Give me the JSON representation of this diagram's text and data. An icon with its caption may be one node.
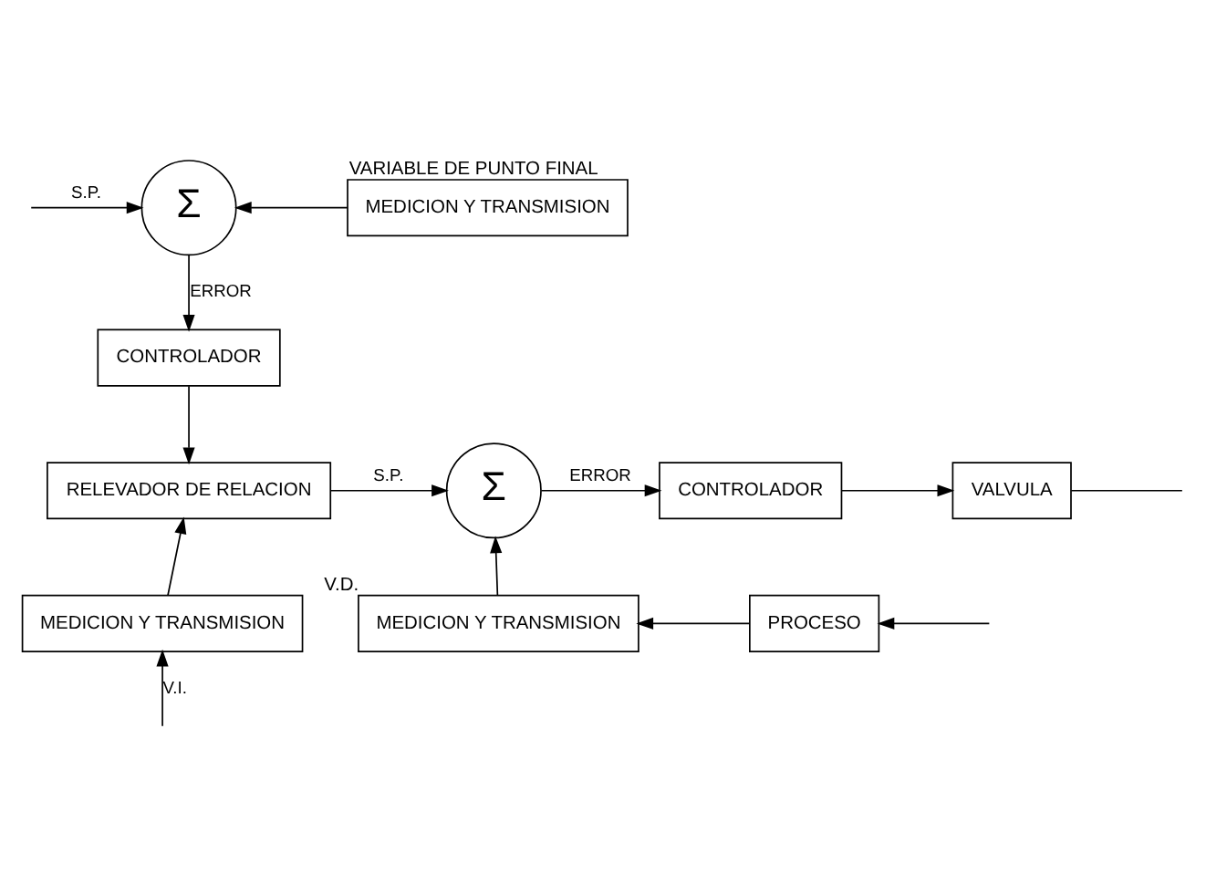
{
  "diagram": {
    "nodes": [
      {
        "text": [
          "Σ"
        ]
      },
      {
        "text": [
          "MEDICION Y TRANSMISION"
        ],
        "beside": [
          "VARIABLE DE PUNTO FINAL"
        ]
      },
      {
        "text": [
          "CONTROLADOR"
        ]
      },
      {
        "text": [
          "RELEVADOR DE RELACION"
        ]
      },
      {
        "text": [
          "Σ"
        ]
      },
      {
        "text": [
          "CONTROLADOR"
        ]
      },
      {
        "text": [
          "VALVULA"
        ]
      },
      {
        "text": [
          "PROCESO"
        ]
      },
      {
        "text": [
          "MEDICION Y TRANSMISION"
        ],
        "beside": [
          "V.D."
        ]
      },
      {
        "text": [
          "MEDICION Y TRANSMISION"
        ]
      }
    ],
    "edges": [
      {
        "from": null,
        "to": 0,
        "arrow": "to",
        "label": "S.P."
      },
      {
        "from": 1,
        "to": 0,
        "arrow": "to"
      },
      {
        "from": 0,
        "to": 2,
        "arrow": "to",
        "label": "ERROR"
      },
      {
        "from": 2,
        "to": 3,
        "arrow": "to"
      },
      {
        "from": 3,
        "to": 4,
        "arrow": "to",
        "label": "S.P."
      },
      {
        "from": 4,
        "to": 5,
        "arrow": "to",
        "label": "ERROR"
      },
      {
        "from": 5,
        "to": 6,
        "arrow": "to"
      },
      {
        "from": 6,
        "to": null,
        "arrow": "none"
      },
      {
        "from": null,
        "to": 7,
        "arrow": "to"
      },
      {
        "from": 7,
        "to": 8,
        "arrow": "to"
      },
      {
        "from": 8,
        "to": 4,
        "arrow": "to"
      },
      {
        "from": 9,
        "to": 3,
        "arrow": "to"
      },
      {
        "from": null,
        "to": 9,
        "arrow": "to",
        "label": "V.I."
      }
    ]
  }
}
